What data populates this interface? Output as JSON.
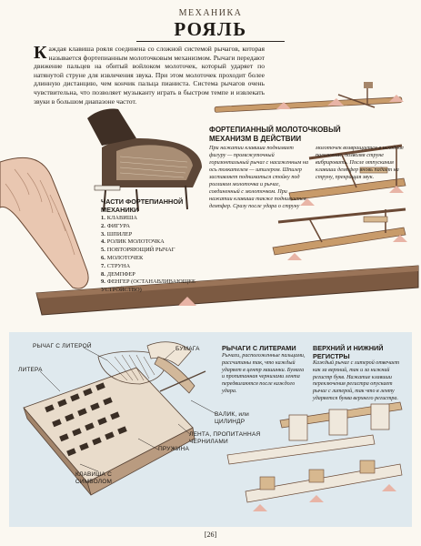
{
  "header": {
    "section": "МЕХАНИКА",
    "title": "РОЯЛЬ"
  },
  "intro": {
    "dropcap": "К",
    "text": "аждая клавиша рояля соединена со сложной системой рычагов, которая называется фортепианным молоточковым механизмом. Рычаги передают движение пальцев на обитый войлоком молоточек, который ударяет по натянутой струне для извлечения звука. При этом молоточек проходит более длинную дистанцию, чем кончик пальца пианиста. Система рычагов очень чувствительна, что позволяет музыканту играть в быстром темпе и извлекать звуки в большом диапазоне частот."
  },
  "hammer_action": {
    "heading": "ФОРТЕПИАННЫЙ МОЛОТОЧКОВЫЙ МЕХАНИЗМ В ДЕЙСТВИИ",
    "text_left": "При нажатии клавиша поднимает фигуру — промежуточный горизонтальный рычаг с насаженным на ось толкателем — шпилером. Шпилер заставляет подниматься стойку под ролликом молоточка и рычаг, соединенный с молоточком. При нажатии клавиша также поднимается демпфер. Сразу после удара о струну",
    "text_right": "молоточек возвращается в исходное положение, позволяя струне вибрировать. После отпускания клавиши демпфер вновь падает на струну, прекращая звук."
  },
  "piano_parts": {
    "heading": "ЧАСТИ ФОРТЕПИАННОЙ МЕХАНИКИ",
    "items": [
      {
        "n": "1.",
        "label": "КЛАВИША"
      },
      {
        "n": "2.",
        "label": "ФИГУРА"
      },
      {
        "n": "3.",
        "label": "ШПИЛЕР"
      },
      {
        "n": "4.",
        "label": "РОЛИК МОЛОТОЧКА"
      },
      {
        "n": "5.",
        "label": "ПОВТОРЯЮЩИЙ РЫЧАГ"
      },
      {
        "n": "6.",
        "label": "МОЛОТОЧЕК"
      },
      {
        "n": "7.",
        "label": "СТРУНА"
      },
      {
        "n": "8.",
        "label": "ДЕМПФЕР"
      },
      {
        "n": "9.",
        "label": "ФЕНГЕР (ОСТАНАВЛИВАЮЩЕЕ УСТРОЙСТВО)"
      }
    ]
  },
  "typewriter": {
    "heading": "РЫЧАГИ С ЛИТЕРАМИ",
    "text": "Рычаги, расположенные пальцами, рассчитаны так, что каждый ударяет в центр машинки. Бумага и пропитанная чернилами лента передвигаются после каждого удара.",
    "labels": {
      "lever": "РЫЧАГ С ЛИТЕРОЙ",
      "letter": "ЛИТЕРА",
      "paper": "БУМАГА",
      "roller": "ВАЛИК, или ЦИЛИНДР",
      "ribbon": "ЛЕНТА, ПРОПИТАННАЯ ЧЕРНИЛАМИ",
      "spring": "ПРУЖИНА",
      "key": "КЛАВИША С СИМВОЛОМ"
    }
  },
  "registers": {
    "heading": "ВЕРХНИЙ И НИЖНИЙ РЕГИСТРЫ",
    "text": "Каждый рычаг с литерой отвечает как за верхний, так и за нижний регистр букв. Нажатие клавиши переключения регистра опускает рычаг с литерой, так что в ленту ударяется буква верхнего регистра."
  },
  "footer": {
    "page": "[26]"
  }
}
